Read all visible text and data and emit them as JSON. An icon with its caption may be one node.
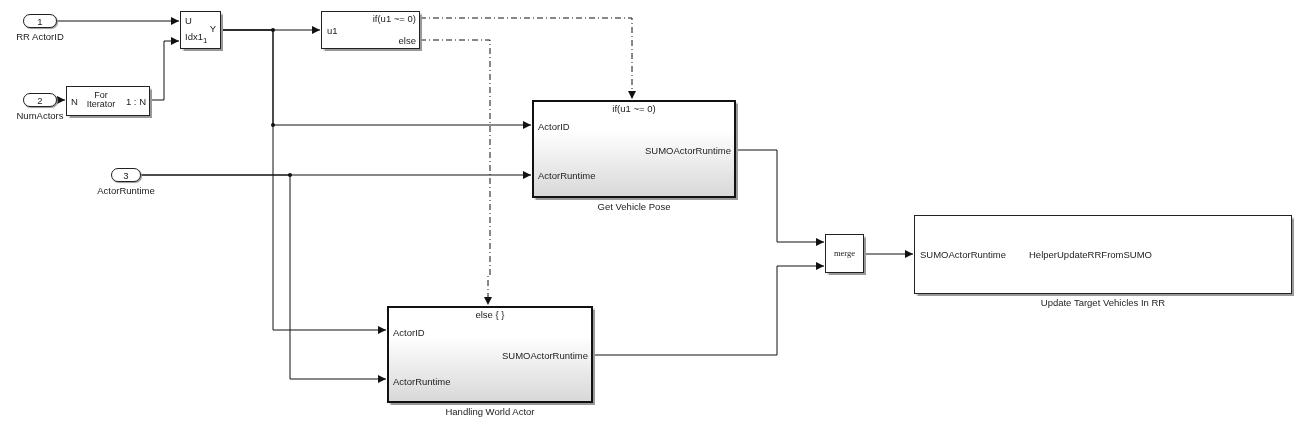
{
  "diagram": {
    "nodes": [
      {
        "text": [
          "1"
        ],
        "beside": [
          "RR ActorID"
        ]
      },
      {
        "text": [
          "2"
        ],
        "beside": [
          "NumActors"
        ]
      },
      {
        "text": [
          "N",
          "For Iterator",
          "1 : N"
        ]
      },
      {
        "text": [
          "U",
          "Idx1$_{1}$",
          "Y"
        ]
      },
      {
        "text": [
          "u1",
          "if(u1 ~= 0)",
          "else"
        ]
      },
      {
        "text": [
          "3"
        ],
        "beside": [
          "ActorRuntime"
        ]
      },
      {
        "text": [
          "if(u1 ~= 0)",
          "ActorID",
          "ActorRuntime",
          "SUMOActorRuntime"
        ],
        "beside": [
          "Get Vehicle Pose"
        ]
      },
      {
        "text": [
          "else { }",
          "ActorID",
          "ActorRuntime",
          "SUMOActorRuntime"
        ],
        "beside": [
          "Handling World Actor"
        ]
      },
      {
        "text": [
          "merge"
        ]
      },
      {
        "text": [
          "SUMOActorRuntime",
          "HelperUpdateRRFromSUMO"
        ],
        "beside": [
          "Update Target Vehicles In RR"
        ]
      }
    ],
    "edges": [
      {
        "from": 0,
        "to": 3,
        "arrow": "to"
      },
      {
        "from": 1,
        "to": 2,
        "arrow": "to"
      },
      {
        "from": 2,
        "to": 3,
        "arrow": "to"
      },
      {
        "from": 3,
        "to": 4,
        "arrow": "to"
      },
      {
        "from": 3,
        "to": 6,
        "arrow": "to"
      },
      {
        "from": 3,
        "to": 7,
        "arrow": "to"
      },
      {
        "from": 5,
        "to": 6,
        "arrow": "to"
      },
      {
        "from": 5,
        "to": 7,
        "arrow": "to"
      },
      {
        "from": 4,
        "to": 6,
        "arrow": "to",
        "style": "dashed"
      },
      {
        "from": 4,
        "to": 7,
        "arrow": "to",
        "style": "dashed"
      },
      {
        "from": 6,
        "to": 8,
        "arrow": "to"
      },
      {
        "from": 7,
        "to": 8,
        "arrow": "to"
      },
      {
        "from": 8,
        "to": 9,
        "arrow": "to"
      }
    ]
  }
}
